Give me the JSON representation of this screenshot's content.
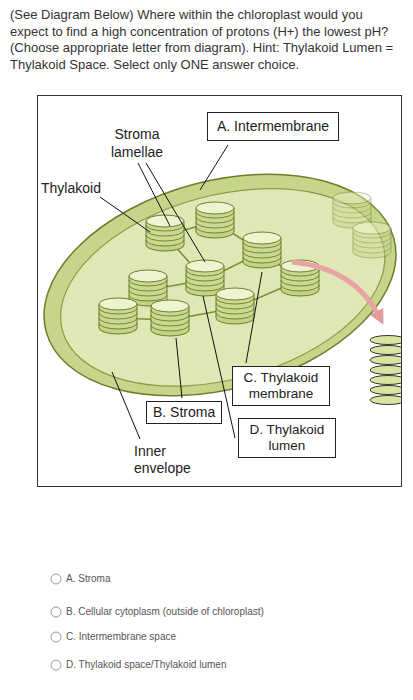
{
  "diagram": {
    "title": "(See Diagram Below) Where within the chloroplast would you expect to find a high concentration of protons (H+) the lowest pH? (Choose appropriate letter from diagram). Hint: Thylakoid Lumen = Thylakoid Space. Select only ONE answer choice.",
    "nodes": [
      {
        "text": [
          "A. Intermembrane"
        ]
      },
      {
        "text": [
          "C. Thylakoid membrane"
        ]
      },
      {
        "text": [
          "B. Stroma"
        ]
      },
      {
        "text": [
          "D. Thylakoid lumen"
        ]
      }
    ],
    "labels": [
      "Stroma lamellae",
      "Thylakoid",
      "Inner envelope",
      "A. Stroma",
      "B. Cellular cytoplasm (outside of chloroplast)",
      "C. Intermembrane space",
      "D. Thylakoid space/Thylakoid lumen"
    ]
  }
}
